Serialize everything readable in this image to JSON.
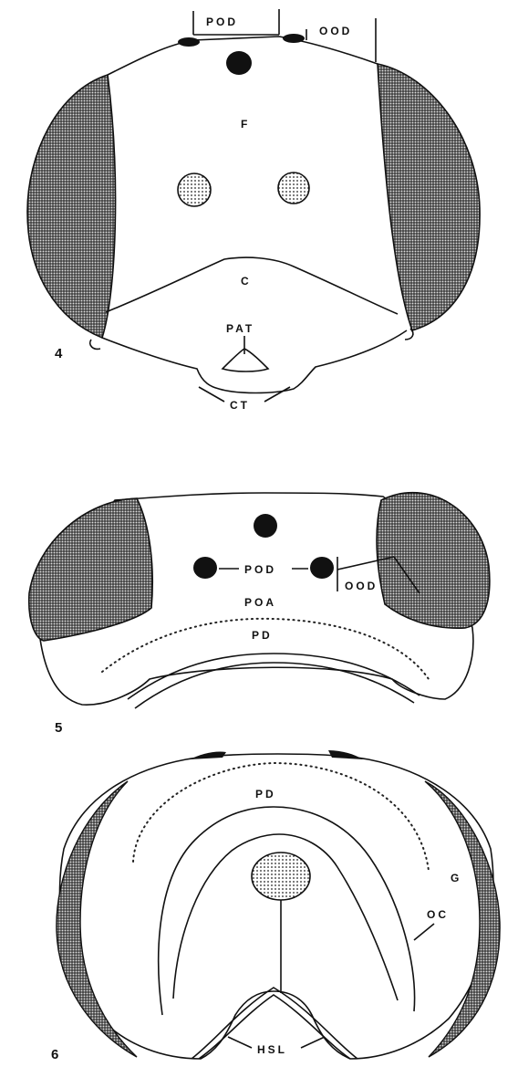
{
  "figures": [
    {
      "number": "4",
      "labels": {
        "pod": "POD",
        "ood": "OOD",
        "f": "F",
        "c": "C",
        "pat": "PAT",
        "ct": "CT"
      }
    },
    {
      "number": "5",
      "labels": {
        "pod": "POD",
        "ood": "OOD",
        "poa": "POA",
        "pd": "PD"
      }
    },
    {
      "number": "6",
      "labels": {
        "pd": "PD",
        "g": "G",
        "oc": "OC",
        "hsl": "HSL"
      }
    }
  ],
  "colors": {
    "ink": "#111111",
    "eye_shading": "#555555",
    "background": "#ffffff"
  }
}
